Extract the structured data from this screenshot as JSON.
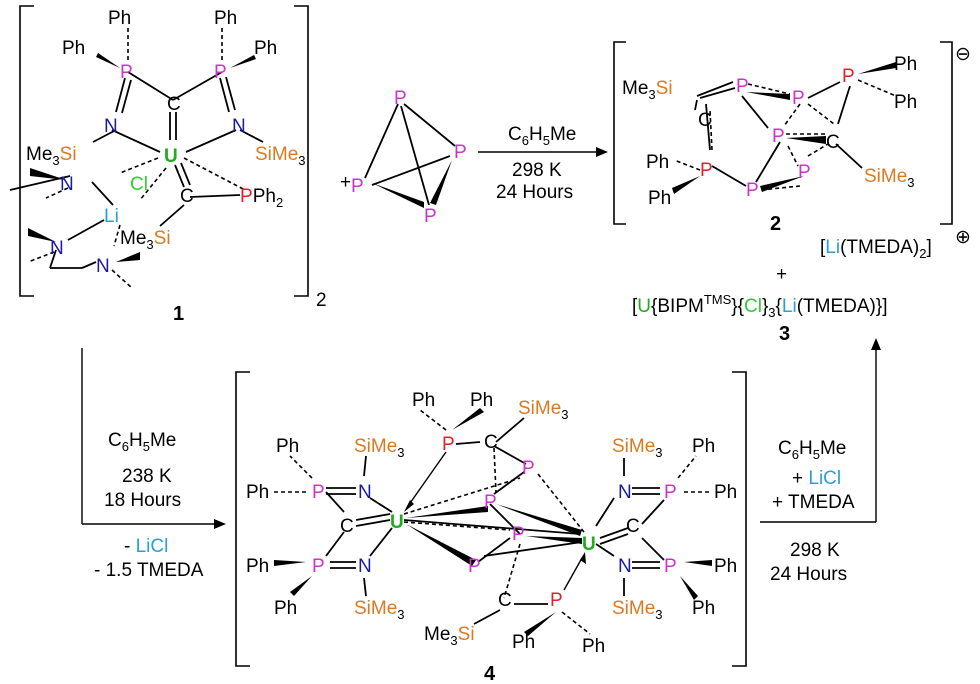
{
  "colors": {
    "P": "#cc33cc",
    "P_red": "#e0202a",
    "U": "#22aa22",
    "Cl": "#33cc33",
    "Li": "#2a9fd6",
    "N": "#1a1aa0",
    "Si": "#d97a22",
    "text": "#000000"
  },
  "atoms": {
    "Ph": "Ph",
    "P": "P",
    "C": "C",
    "N": "N",
    "U": "U",
    "Cl": "Cl",
    "Li": "Li",
    "Si": "Si",
    "Me3Si_a": "Me",
    "Me3Si_3": "3",
    "SiMe": "SiMe",
    "three": "3",
    "PPh": "PPh",
    "two": "2"
  },
  "compound1": {
    "label": "1",
    "multiplier": "2"
  },
  "compound2": {
    "label": "2",
    "charge": "⊖"
  },
  "compound3": {
    "label": "3",
    "plus": "+",
    "text_a": "[",
    "U": "U",
    "text_b": "{BIPM",
    "sup": "TMS",
    "text_c": "}{",
    "Cl": "Cl",
    "text_d": "}",
    "sub3": "3",
    "text_e": "{",
    "Li": "Li",
    "text_f": "(TMEDA)}]"
  },
  "compound4": {
    "label": "4"
  },
  "cation": {
    "open": "[",
    "Li": "Li",
    "mid": "(TMEDA)",
    "sub": "2",
    "close": "]",
    "charge": "⊕"
  },
  "plus_sign": "+",
  "reaction1": {
    "solvent_a": "C",
    "solvent_6": "6",
    "solvent_b": "H",
    "solvent_5": "5",
    "solvent_c": "Me",
    "temp": "298 K",
    "time": "24 Hours"
  },
  "reaction2": {
    "solvent_a": "C",
    "solvent_6": "6",
    "solvent_b": "H",
    "solvent_5": "5",
    "solvent_c": "Me",
    "temp": "238 K",
    "time": "18 Hours",
    "minus_licl_a": "- ",
    "minus_licl_b": "LiCl",
    "minus_tmeda": "- 1.5 TMEDA"
  },
  "reaction3": {
    "solvent_a": "C",
    "solvent_6": "6",
    "solvent_b": "H",
    "solvent_5": "5",
    "solvent_c": "Me",
    "plus_licl_a": "+ ",
    "plus_licl_b": "LiCl",
    "plus_tmeda": "+ TMEDA",
    "temp": "298 K",
    "time": "24 Hours"
  }
}
